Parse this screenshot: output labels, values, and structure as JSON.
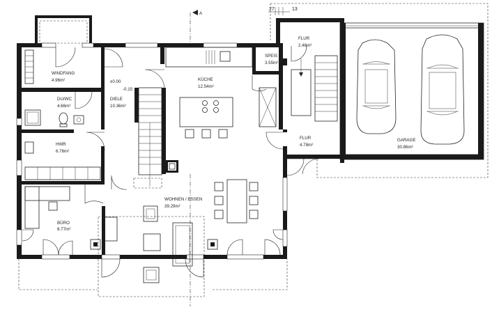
{
  "rooms": {
    "windfang": {
      "name": "WINDFANG",
      "area": "4.96m²"
    },
    "du_wc": {
      "name": "DU/WC",
      "area": "4.66m²"
    },
    "hwr": {
      "name": "HWR",
      "area": "6.76m²"
    },
    "buero": {
      "name": "BÜRO",
      "area": "8.77m²"
    },
    "diele": {
      "name": "DIELE",
      "area": "10.36m²"
    },
    "kueche": {
      "name": "KÜCHE",
      "area": "12.54m²"
    },
    "speis": {
      "name": "SPEIS",
      "area": "3.55m²"
    },
    "flur_top": {
      "name": "FLUR",
      "area": "2.46m²"
    },
    "flur": {
      "name": "FLUR",
      "area": "4.78m²"
    },
    "garage": {
      "name": "GARAGE",
      "area": "30.86m²"
    },
    "wohnen": {
      "name": "WOHNEN / ESSEN",
      "area": "39.29m²"
    }
  },
  "levels": {
    "level_a": "±0.00",
    "level_b": "-0.15"
  },
  "dimensions": {
    "d1": "27",
    "d2": "13"
  },
  "section_marker": {
    "label": "A"
  }
}
